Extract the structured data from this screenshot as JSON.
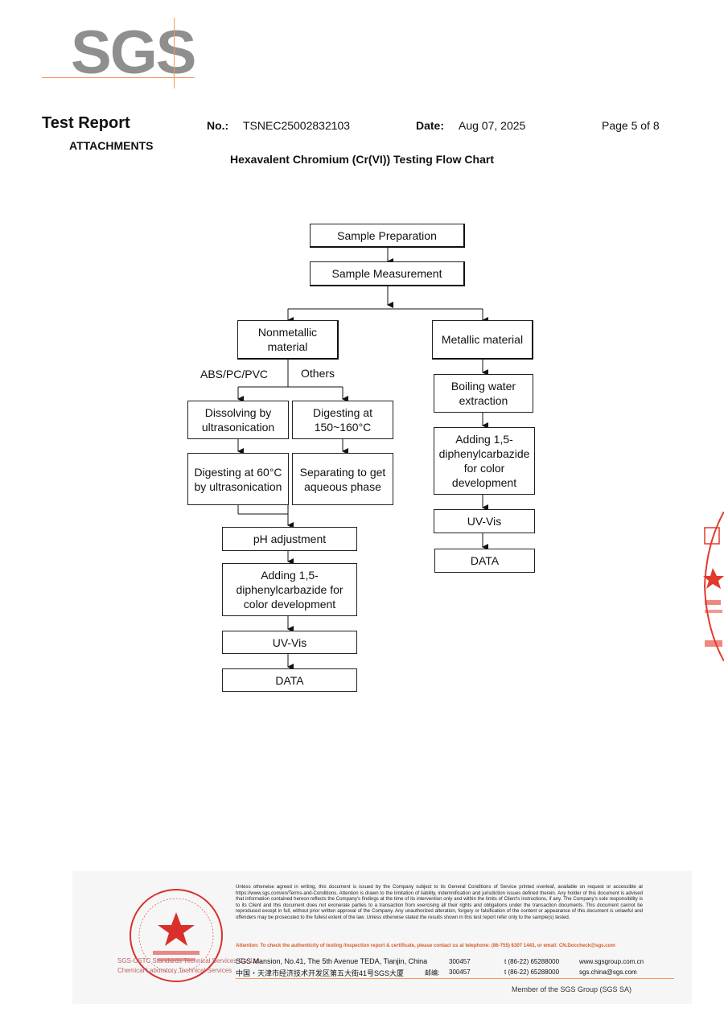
{
  "logo": {
    "text": "SGS"
  },
  "header": {
    "title": "Test Report",
    "section": "ATTACHMENTS",
    "no_label": "No.:",
    "no_value": "TSNEC25002832103",
    "date_label": "Date:",
    "date_value": "Aug 07, 2025",
    "page": "Page 5 of 8"
  },
  "flow_title": "Hexavalent Chromium (Cr(VI)) Testing Flow Chart",
  "flow": {
    "sample_preparation": "Sample Preparation",
    "sample_measurement": "Sample Measurement",
    "nonmetallic": "Nonmetallic material",
    "metallic": "Metallic material",
    "abs_label": "ABS/PC/PVC",
    "others_label": "Others",
    "dissolving": "Dissolving by ultrasonication",
    "digesting_150": "Digesting at 150~160°C",
    "digesting_60": "Digesting at 60°C by ultrasonication",
    "separating": "Separating to get aqueous phase",
    "ph_adjustment": "pH adjustment",
    "adding_left": "Adding 1,5-diphenylcarbazide for color development",
    "uvvis_left": "UV-Vis",
    "data_left": "DATA",
    "boiling": "Boiling water extraction",
    "adding_right": "Adding 1,5-diphenylcarbazide for color development",
    "uvvis_right": "UV-Vis",
    "data_right": "DATA"
  },
  "footer": {
    "disclaimer": "Unless otherwise agreed in writing, this document is issued by the Company subject to its General Conditions of Service printed overleaf, available on request or accessible at https://www.sgs.com/en/Terms-and-Conditions. Attention is drawn to the limitation of liability, indemnification and jurisdiction issues defined therein. Any holder of this document is advised that information contained hereon reflects the Company's findings at the time of its intervention only and within the limits of Client's instructions, if any. The Company's sole responsibility is to its Client and this document does not exonerate parties to a transaction from exercising all their rights and obligations under the transaction documents. This document cannot be reproduced except in full, without prior written approval of the Company. Any unauthorized alteration, forgery or falsification of the content or appearance of this document is unlawful and offenders may be prosecuted to the fullest extent of the law. Unless otherwise stated the results shown in this test report refer only to the sample(s) tested.",
    "attention": "Attention: To check the authenticity of testing /inspection report & certificate, please contact us at telephone: (86-755) 8307 1443, or email: CN.Doccheck@sgs.com",
    "address_en": "SGS Mansion, No.41, The 5th Avenue TEDA, Tianjin, China",
    "postcode_en": "300457",
    "tel_en": "t (86-22) 65288000",
    "web_en": "www.sgsgroup.com.cn",
    "address_cn": "中国・天津市经济技术开发区第五大街41号SGS大厦",
    "postcode_cn_label": "邮编:",
    "postcode_cn": "300457",
    "tel_cn": "t (86-22) 65288000",
    "email_cn": "sgs.china@sgs.com",
    "member": "Member of the SGS Group (SGS SA)",
    "seal_caption1": "SGS-CSTC Standards Technical Services Co.,Ltd.",
    "seal_caption2": "Chemical Laboratory Technical Services"
  },
  "colors": {
    "accent_orange": "#f39a5a",
    "seal_red": "#d9302c",
    "logo_grey": "#8f8f8f"
  }
}
